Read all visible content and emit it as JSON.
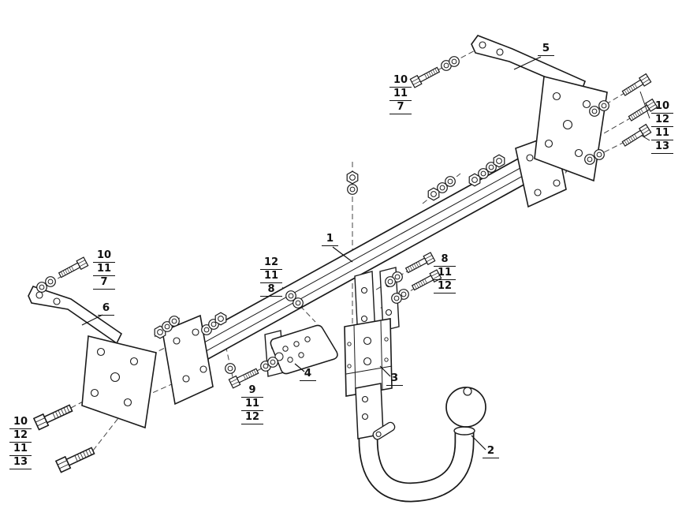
{
  "diagram": {
    "part_labels": {
      "p1": "1",
      "p2": "2",
      "p3": "3",
      "p4": "4",
      "p5": "5",
      "p6": "6"
    },
    "callouts": {
      "top": [
        "10",
        "11",
        "7"
      ],
      "right": [
        "10",
        "12",
        "11",
        "13"
      ],
      "left": [
        "10",
        "11",
        "7"
      ],
      "mid_left": [
        "12",
        "11",
        "8"
      ],
      "mid_right": [
        "8",
        "11",
        "12"
      ],
      "lower_mid": [
        "9",
        "11",
        "12"
      ],
      "bottom_left": [
        "10",
        "12",
        "11",
        "13"
      ]
    },
    "colors": {
      "line": "#1a1a1a",
      "background": "#ffffff"
    }
  }
}
